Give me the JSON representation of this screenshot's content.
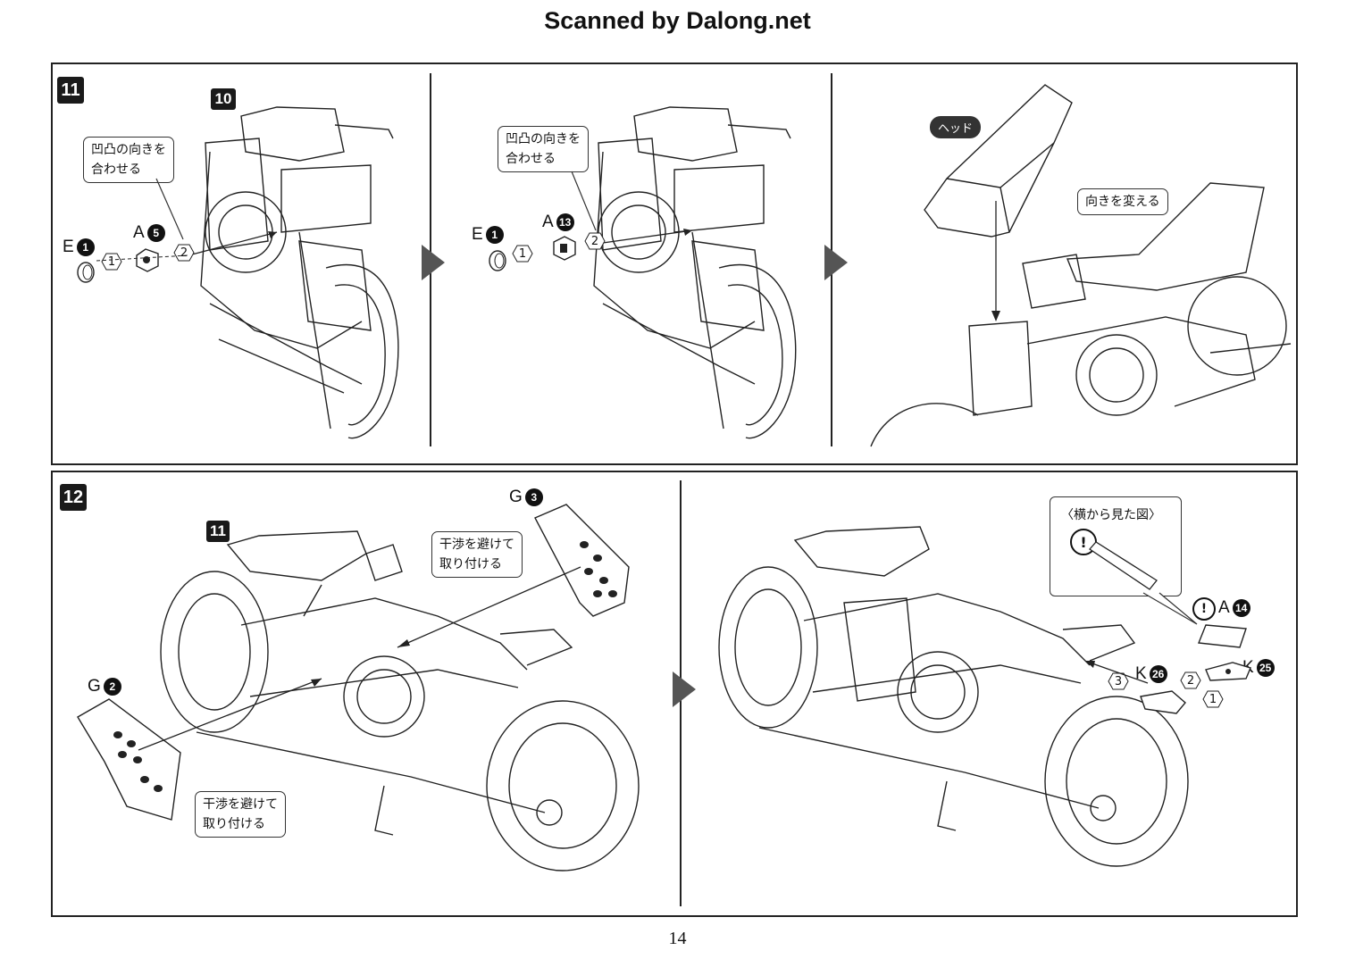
{
  "header": {
    "text": "Scanned by Dalong.net"
  },
  "page_number": "14",
  "step11": {
    "number": "11",
    "ref_step": "10",
    "panel1": {
      "callout": "凹凸の向きを\n合わせる",
      "part_e": {
        "letter": "E",
        "num": "1"
      },
      "part_a": {
        "letter": "A",
        "num": "5"
      },
      "seq1": "1",
      "seq2": "2"
    },
    "panel2": {
      "callout": "凹凸の向きを\n合わせる",
      "part_e": {
        "letter": "E",
        "num": "1"
      },
      "part_a": {
        "letter": "A",
        "num": "13"
      },
      "seq1": "1",
      "seq2": "2"
    },
    "panel3": {
      "head_label": "ヘッド",
      "callout": "向きを変える"
    }
  },
  "step12": {
    "number": "12",
    "ref_step": "11",
    "left": {
      "part_g3": {
        "letter": "G",
        "num": "3"
      },
      "part_g2": {
        "letter": "G",
        "num": "2"
      },
      "callout_top": "干渉を避けて\n取り付ける",
      "callout_bottom": "干渉を避けて\n取り付ける"
    },
    "right": {
      "side_view_title": "〈横から見た図〉",
      "warn_symbol": "!",
      "part_a": {
        "letter": "A",
        "num": "14"
      },
      "part_k26": {
        "letter": "K",
        "num": "26"
      },
      "part_k25": {
        "letter": "K",
        "num": "25"
      },
      "seq1": "1",
      "seq2": "2",
      "seq3": "3"
    }
  }
}
